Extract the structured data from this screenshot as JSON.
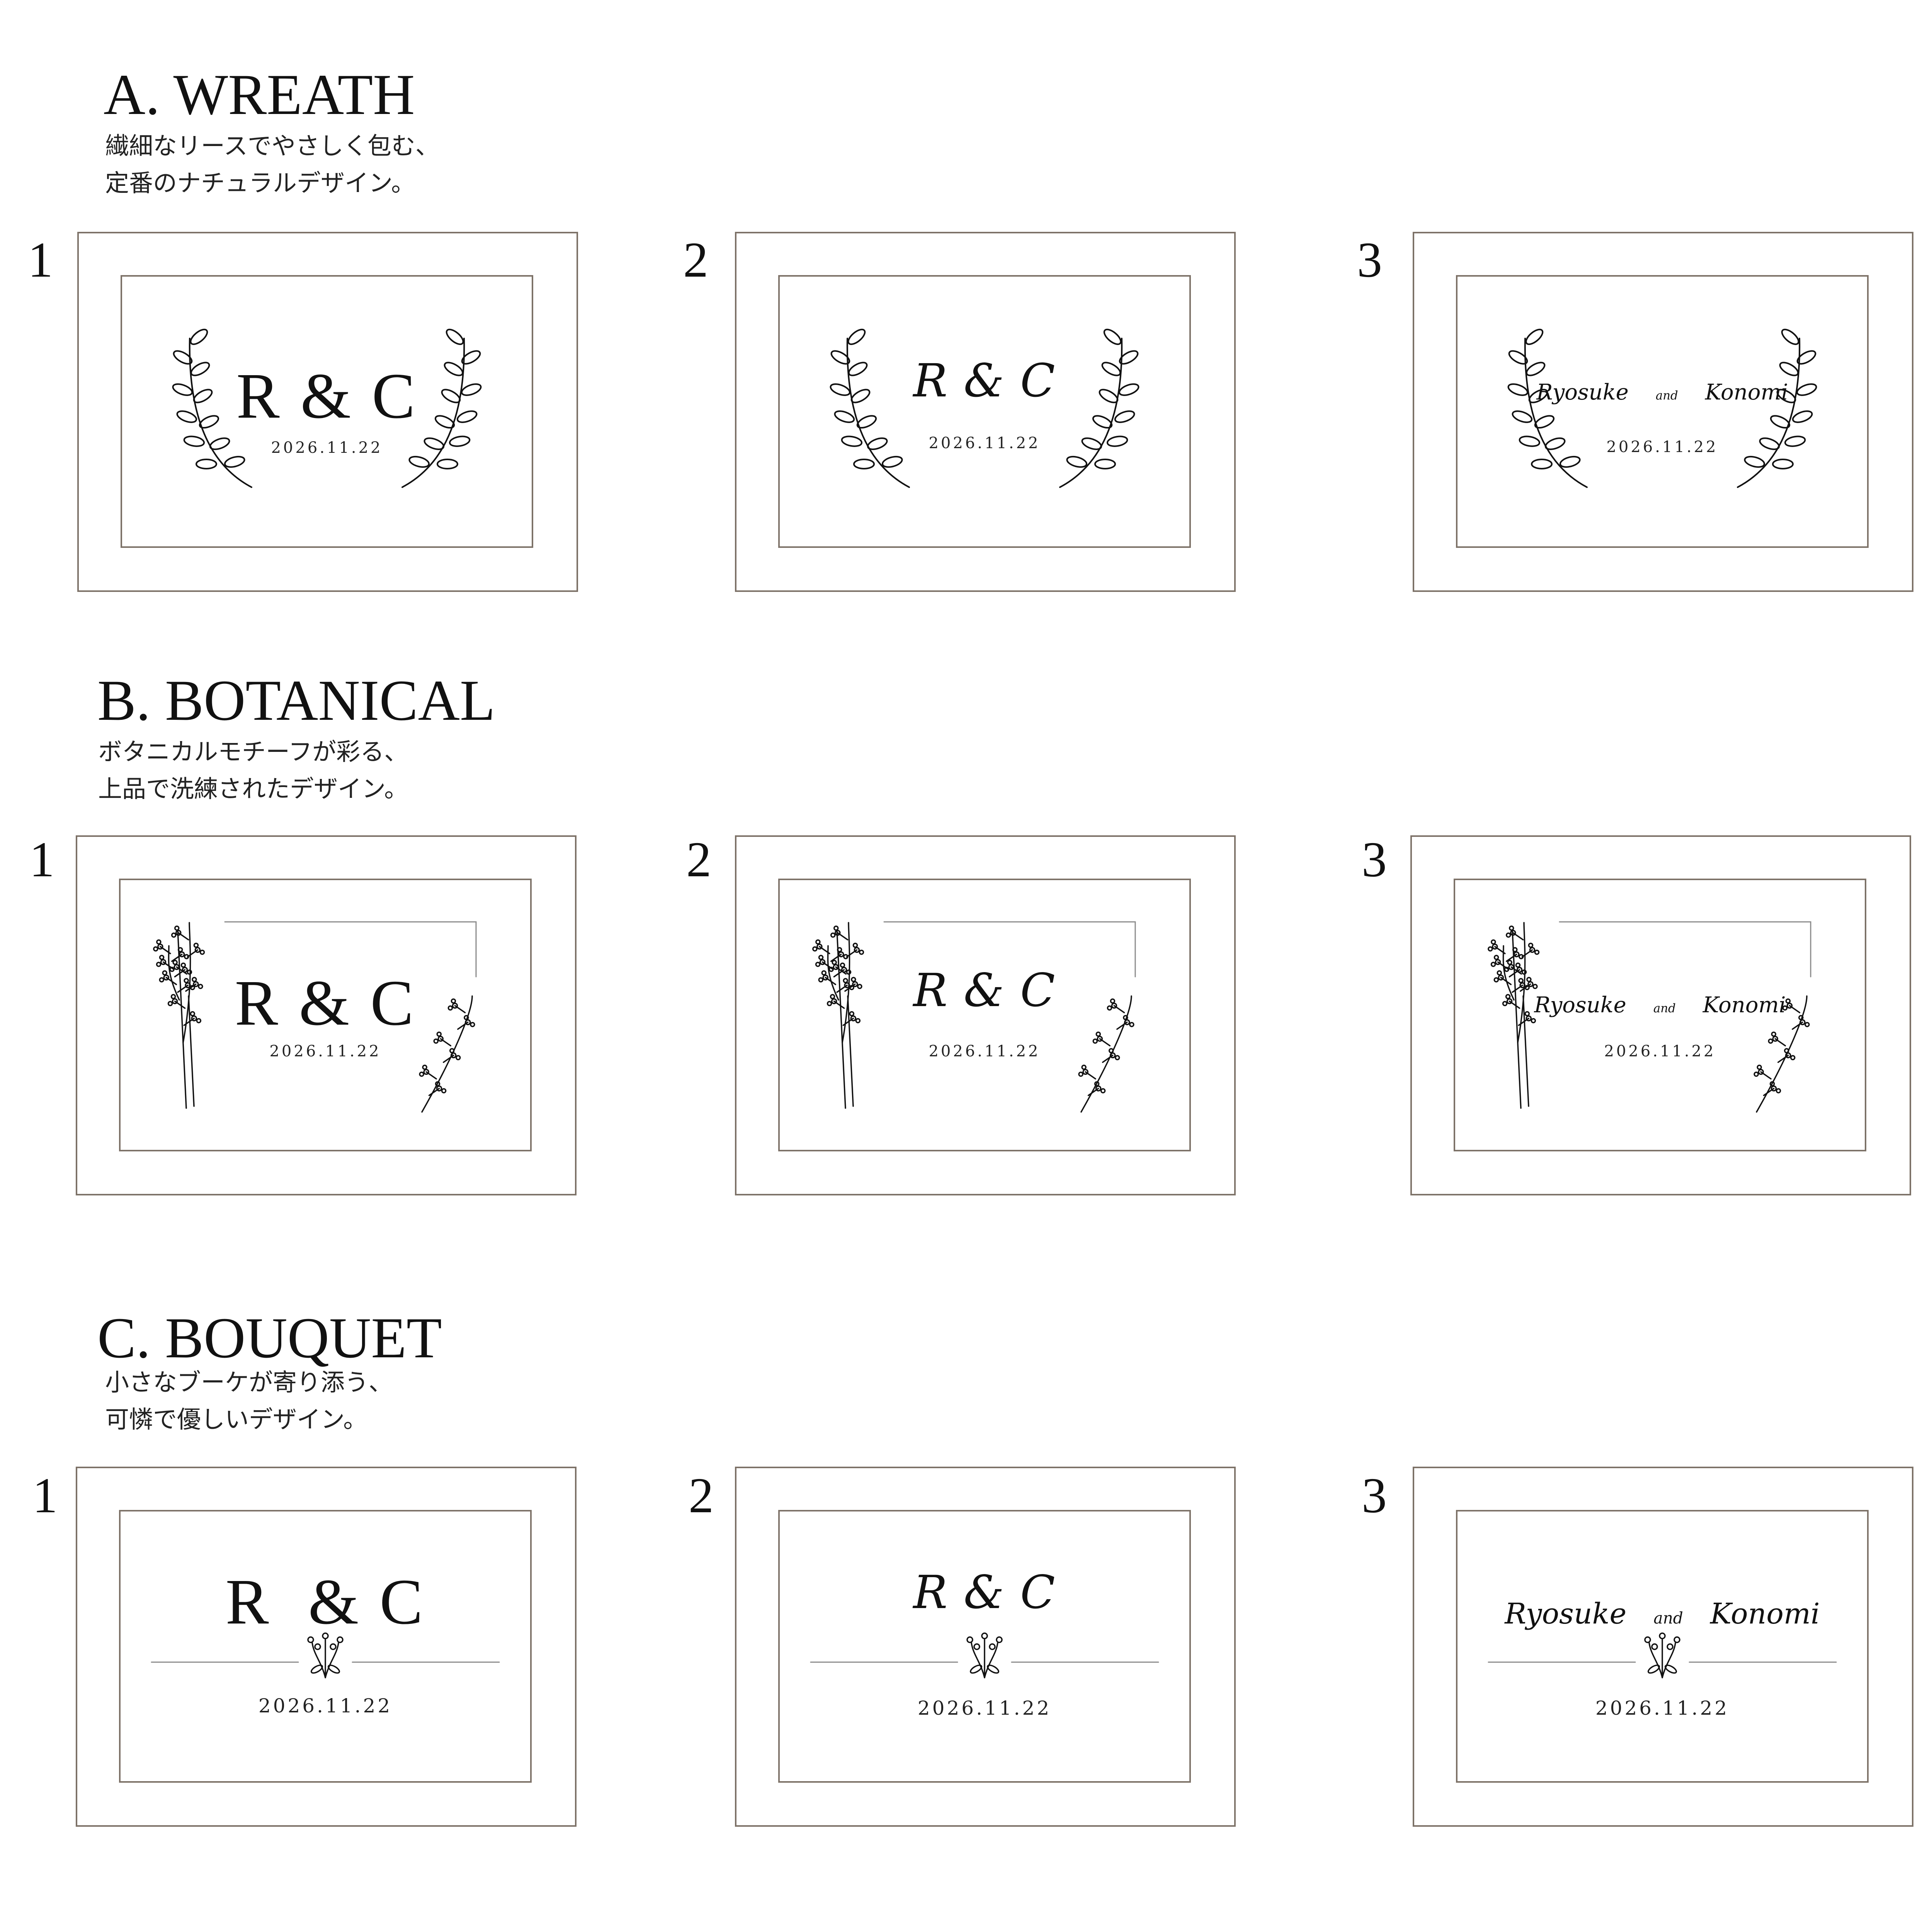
{
  "sections": {
    "a": {
      "title": "A. WREATH",
      "desc": [
        "繊細なリースでやさしく包む、",
        "定番のナチュラルデザイン。"
      ],
      "cards": [
        {
          "number": "1",
          "name": "R & C",
          "date": "2026.11.22"
        },
        {
          "number": "2",
          "name": "R & C",
          "date": "2026.11.22"
        },
        {
          "number": "3",
          "name1": "Ryosuke",
          "and": "and",
          "name2": "Konomi",
          "date": "2026.11.22"
        }
      ]
    },
    "b": {
      "title": "B. BOTANICAL",
      "desc": [
        "ボタニカルモチーフが彩る、",
        "上品で洗練されたデザイン。"
      ],
      "cards": [
        {
          "number": "1",
          "name": "R & C",
          "date": "2026.11.22"
        },
        {
          "number": "2",
          "name": "R & C",
          "date": "2026.11.22"
        },
        {
          "number": "3",
          "name1": "Ryosuke",
          "and": "and",
          "name2": "Konomi",
          "date": "2026.11.22"
        }
      ]
    },
    "c": {
      "title": "C. BOUQUET",
      "desc": [
        "小さなブーケが寄り添う、",
        "可憐で優しいデザイン。"
      ],
      "cards": [
        {
          "number": "1",
          "name": "R  & C",
          "date": "2026.11.22"
        },
        {
          "number": "2",
          "name": "R & C",
          "date": "2026.11.22"
        },
        {
          "number": "3",
          "name1": "Ryosuke",
          "and": "and",
          "name2": "Konomi",
          "date": "2026.11.22"
        }
      ]
    }
  },
  "icons": {
    "wreath": "laurel-branch-icon",
    "botanical": "berry-sprig-icon",
    "bouquet": "small-bouquet-icon"
  },
  "colors": {
    "frame": "#7d7268",
    "ink": "#111111",
    "accent_line": "#8a8a8a"
  }
}
